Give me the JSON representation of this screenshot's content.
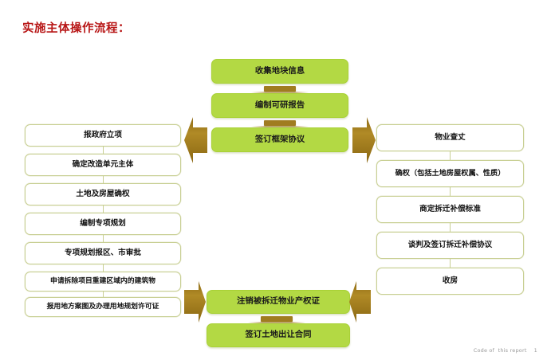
{
  "slide": {
    "title": "实施主体操作流程：",
    "title_color": "#b81717",
    "background": "#ffffff",
    "footer": "Code of  this report    1"
  },
  "palette": {
    "green_fill": "#b3d944",
    "green_border": "#a9d136",
    "plain_fill": "#ffffff",
    "plain_border": "#c8cf93",
    "arrow_fill": "#a07c20",
    "connector": "#a07c20",
    "title_red": "#b81717"
  },
  "center_top": {
    "name": "center-top-stage",
    "boxes": [
      {
        "label": "收集地块信息"
      },
      {
        "label": "编制可研报告"
      },
      {
        "label": "签订框架协议"
      }
    ]
  },
  "left_column": {
    "name": "left-column-stage",
    "boxes": [
      {
        "label": "报政府立项"
      },
      {
        "label": "确定改造单元主体"
      },
      {
        "label": "土地及房屋确权"
      },
      {
        "label": "编制专项规划"
      },
      {
        "label": "专项规划报区、市审批"
      },
      {
        "label": "申请拆除项目重建区域内的建筑物"
      },
      {
        "label": "报用地方案图及办理用地规划许可证"
      }
    ]
  },
  "right_column": {
    "name": "right-column-stage",
    "boxes": [
      {
        "label": "物业查丈"
      },
      {
        "label": "确权（包括土地房屋权属、性质）"
      },
      {
        "label": "商定拆迁补偿标准"
      },
      {
        "label": "谈判及签订拆迁补偿协议"
      },
      {
        "label": "收房"
      }
    ]
  },
  "center_bottom": {
    "name": "center-bottom-stage",
    "boxes": [
      {
        "label": "注销被拆迁物业产权证"
      },
      {
        "label": "签订土地出让合同"
      }
    ]
  },
  "arrows": [
    {
      "id": "arrow-top-left",
      "direction": "left",
      "from": "签订框架协议",
      "to": "报政府立项"
    },
    {
      "id": "arrow-top-right",
      "direction": "right",
      "from": "签订框架协议",
      "to": "物业查丈"
    },
    {
      "id": "arrow-bottom-left",
      "direction": "right",
      "from": "报用地方案图及办理用地规划许可证",
      "to": "注销被拆迁物业产权证"
    },
    {
      "id": "arrow-bottom-right",
      "direction": "left",
      "from": "收房",
      "to": "注销被拆迁物业产权证"
    }
  ]
}
